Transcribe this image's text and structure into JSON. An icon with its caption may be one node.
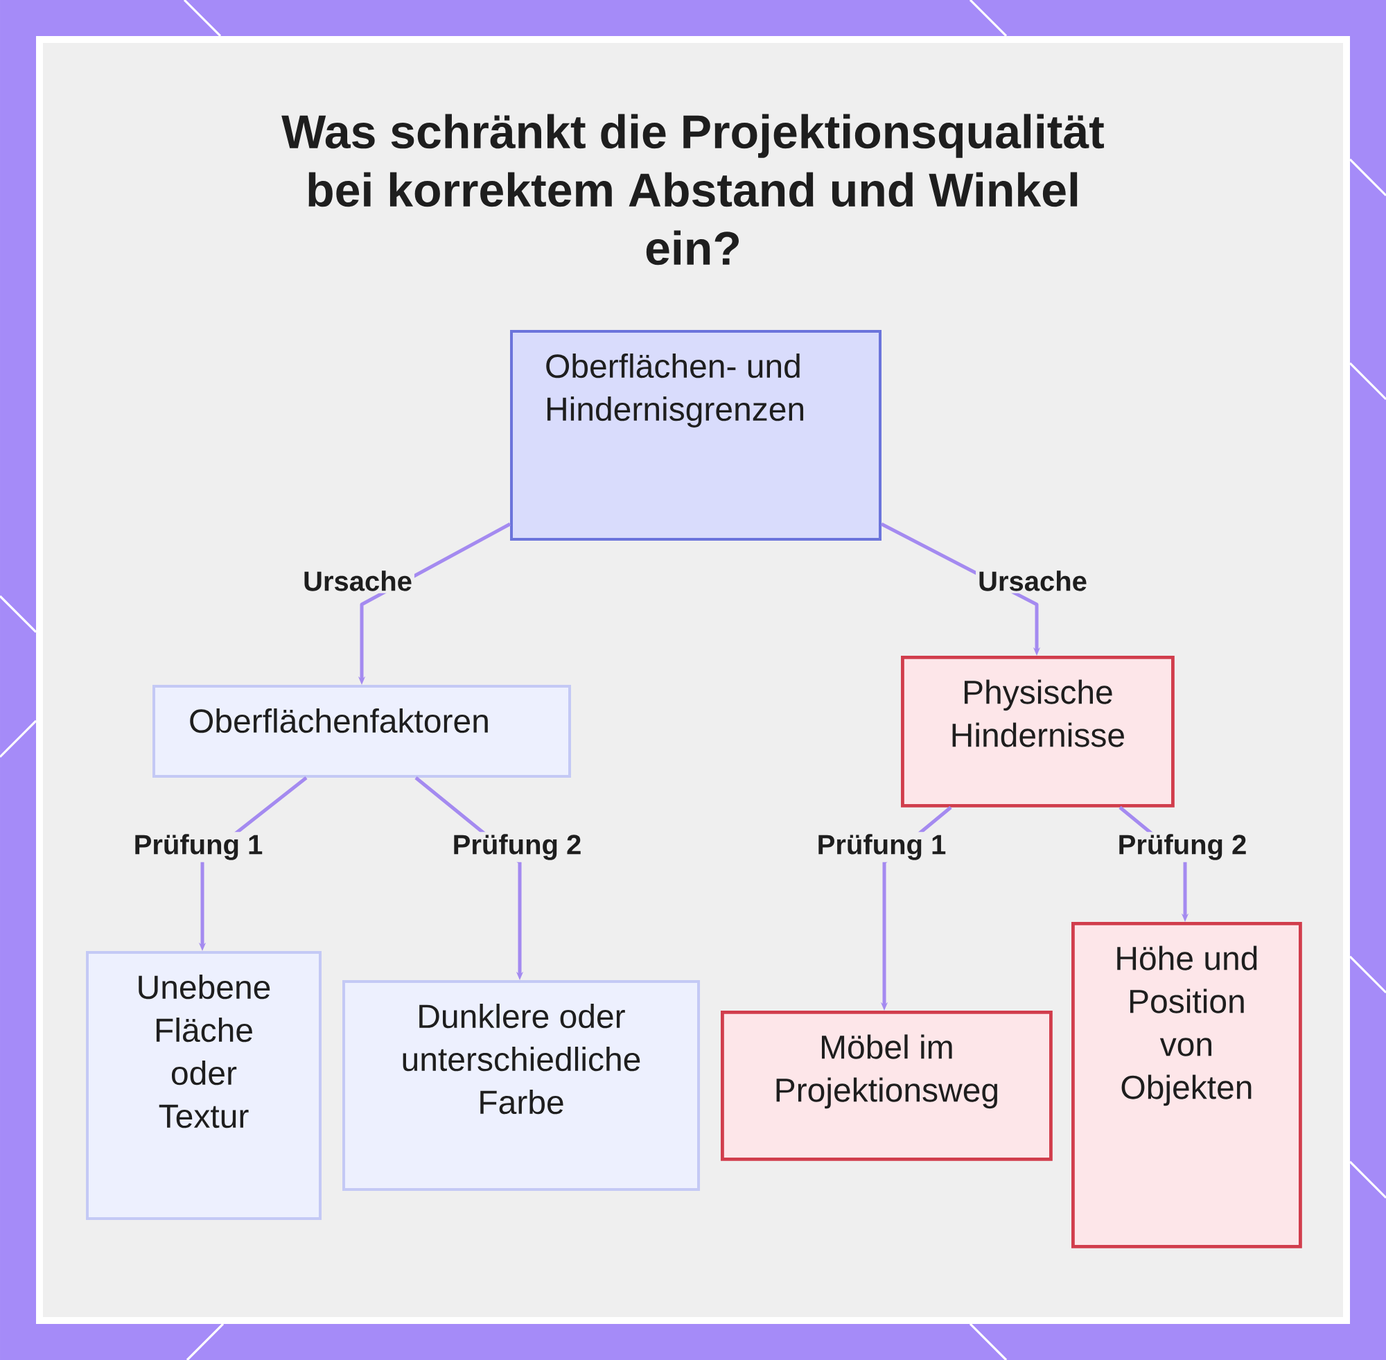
{
  "diagram": {
    "title": "Was schränkt die Projektionsqualität bei korrektem Abstand und Winkel ein?",
    "nodes": [
      {
        "text": [
          "Oberflächen- und Hindernisgrenzen"
        ]
      },
      {
        "text": [
          "Oberflächenfaktoren"
        ]
      },
      {
        "text": [
          "Physische Hindernisse"
        ]
      },
      {
        "text": [
          "Unebene Fläche oder Textur"
        ]
      },
      {
        "text": [
          "Dunklere oder unterschiedliche Farbe"
        ]
      },
      {
        "text": [
          "Möbel im Projektionsweg"
        ]
      },
      {
        "text": [
          "Höhe und Position von Objekten"
        ]
      }
    ],
    "edges": [
      {
        "from": 0,
        "to": 1,
        "arrow": "to",
        "label": "Ursache"
      },
      {
        "from": 0,
        "to": 2,
        "arrow": "to",
        "label": "Ursache"
      },
      {
        "from": 1,
        "to": 3,
        "arrow": "to",
        "label": "Prüfung 1"
      },
      {
        "from": 1,
        "to": 4,
        "arrow": "to",
        "label": "Prüfung 2"
      },
      {
        "from": 2,
        "to": 5,
        "arrow": "to",
        "label": "Prüfung 1"
      },
      {
        "from": 2,
        "to": 6,
        "arrow": "to",
        "label": "Prüfung 2"
      }
    ]
  }
}
